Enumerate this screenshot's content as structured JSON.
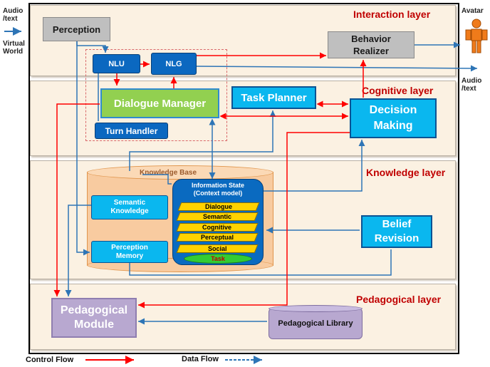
{
  "side_labels": {
    "audio_text_in": "Audio\n/text",
    "virtual_world": "Virtual\nWorld",
    "avatar": "Avatar",
    "audio_text_out": "Audio\n/text"
  },
  "layers": {
    "interaction": "Interaction layer",
    "cognitive": "Cognitive layer",
    "knowledge": "Knowledge layer",
    "pedagogical": "Pedagogical layer"
  },
  "modules": {
    "perception": "Perception",
    "behavior_realizer": "Behavior\nRealizer",
    "nlu": "NLU",
    "nlg": "NLG",
    "dialogue_manager": "Dialogue Manager",
    "turn_handler": "Turn Handler",
    "task_planner": "Task Planner",
    "decision_making": "Decision\nMaking",
    "belief_revision": "Belief\nRevision",
    "pedagogical_module": "Pedagogical\nModule",
    "pedagogical_library": "Pedagogical Library"
  },
  "knowledge_base": {
    "title": "Knowledge Base",
    "semantic_knowledge": "Semantic\nKnowledge",
    "perception_memory": "Perception\nMemory",
    "information_state": "Information State\n(Context model)",
    "is_layers": [
      "Dialogue",
      "Semantic",
      "Cognitive",
      "Perceptual",
      "Social"
    ],
    "task": "Task"
  },
  "legend": {
    "control_flow": "Control Flow",
    "data_flow": "Data Flow"
  },
  "colors": {
    "control_flow": "#ff0000",
    "data_flow": "#2e75b6",
    "layer_title": "#c00000"
  }
}
